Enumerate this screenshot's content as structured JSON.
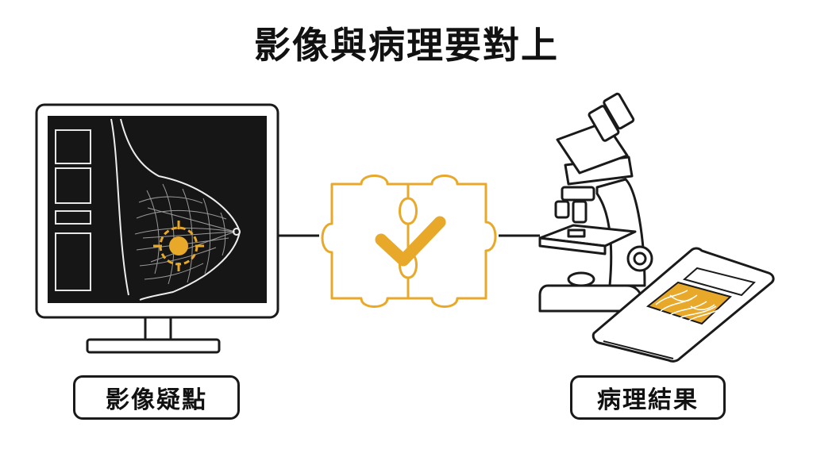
{
  "title": "影像與病理要對上",
  "labels": {
    "imaging": "影像疑點",
    "pathology": "病理結果"
  },
  "icons": {
    "monitor": "monitor-with-mammogram-icon",
    "target": "target-crosshair-icon",
    "puzzle": "puzzle-pieces-icon",
    "check": "checkmark-icon",
    "microscope": "microscope-icon",
    "slide": "tissue-slide-icon"
  },
  "colors": {
    "accent": "#E8A92A",
    "ink": "#1a1a1a",
    "screen": "#161616"
  }
}
